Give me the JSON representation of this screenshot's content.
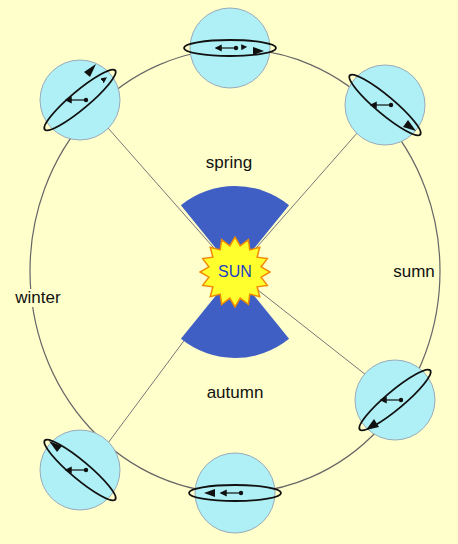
{
  "diagram": {
    "nodes": [
      {
        "text": [
          "SUN"
        ]
      }
    ],
    "labels": [
      "spring",
      "winter",
      "sumn",
      "autumn"
    ]
  }
}
